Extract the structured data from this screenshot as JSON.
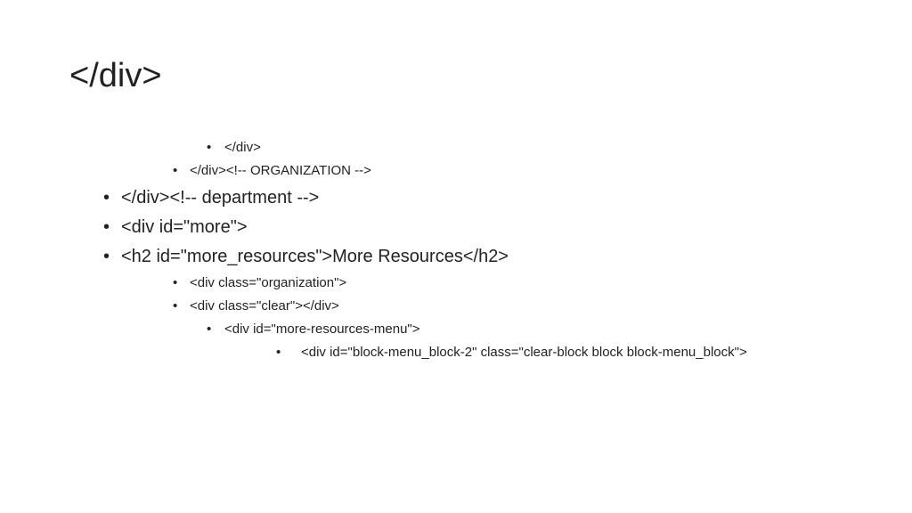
{
  "slide": {
    "title": "</div>",
    "bullet_char": "•",
    "bullets": [
      {
        "text": "</div>"
      },
      {
        "text": "</div><!-- ORGANIZATION -->"
      },
      {
        "text": "</div><!-- department -->"
      },
      {
        "text": "<div id=\"more\">"
      },
      {
        "text": "<h2 id=\"more_resources\">More Resources</h2>"
      },
      {
        "text": "<div class=\"organization\">"
      },
      {
        "text": "<div class=\"clear\"></div>"
      },
      {
        "text": "<div id=\"more-resources-menu\">"
      },
      {
        "text": "<div id=\"block-menu_block-2\" class=\"clear-block block block-menu_block\">"
      }
    ]
  }
}
